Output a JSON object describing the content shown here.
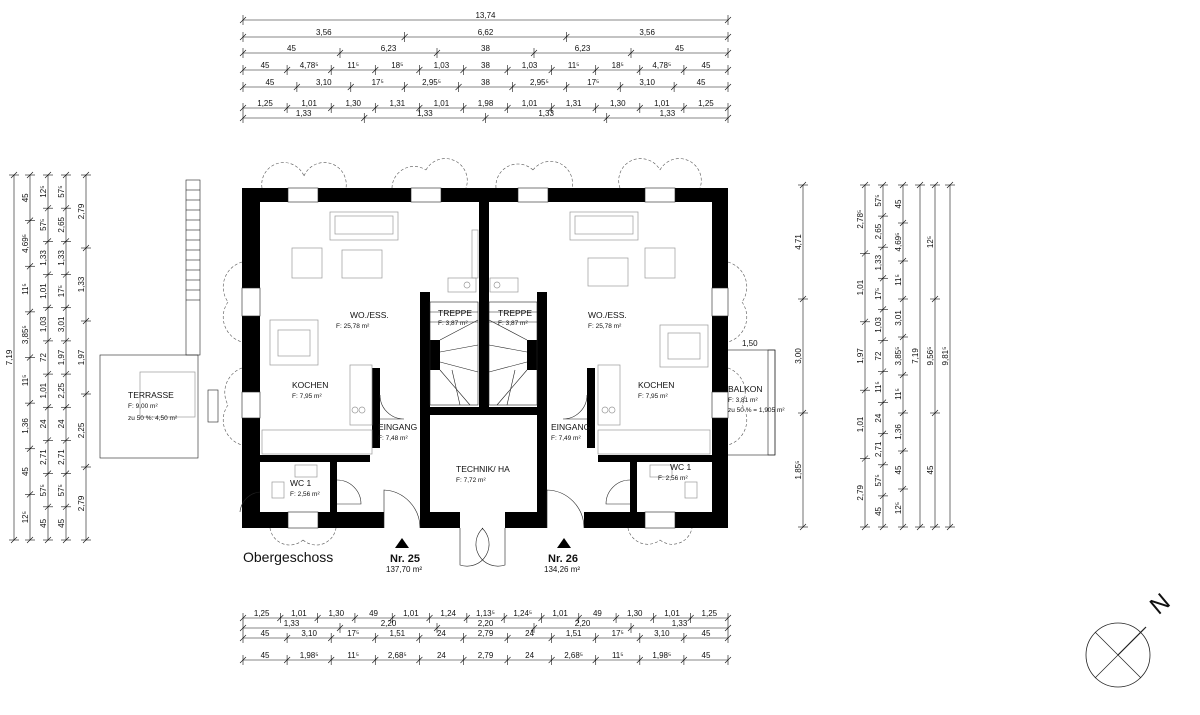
{
  "title": "Obergeschoss",
  "houses": [
    {
      "label": "Nr. 25",
      "area": "137,70 m²"
    },
    {
      "label": "Nr. 26",
      "area": "134,26 m²"
    }
  ],
  "rooms": [
    {
      "name": "WO./ESS.",
      "area": "F: 25,78 m²"
    },
    {
      "name": "TREPPE",
      "area": "F: 3,87 m²"
    },
    {
      "name": "KOCHEN",
      "area": "F: 7,95 m²"
    },
    {
      "name": "EINGANG",
      "area": "F: 7,48 m²"
    },
    {
      "name": "WC 1",
      "area": "F: 2,56 m²"
    },
    {
      "name": "TECHNIK/ HA",
      "area": "F: 7,72 m²"
    },
    {
      "name": "TREPPE",
      "area": "F: 3,87 m²"
    },
    {
      "name": "WO./ESS.",
      "area": "F: 25,78 m²"
    },
    {
      "name": "KOCHEN",
      "area": "F: 7,95 m²"
    },
    {
      "name": "EINGANG",
      "area": "F: 7,49 m²"
    },
    {
      "name": "WC 1",
      "area": "F: 2,56 m²"
    },
    {
      "name": "TERRASSE",
      "area": "F: 9,00 m²",
      "note": "zu 50 %: 4,50 m²"
    },
    {
      "name": "BALKON",
      "area": "F: 3,81 m²",
      "note": "zu 50 % = 1,905 m²"
    }
  ],
  "balcony_width": "1,50",
  "north": "N",
  "top_dims": [
    [
      "13,74"
    ],
    [
      "3,56",
      "6,62",
      "3,56"
    ],
    [
      "45",
      "6,23",
      "38",
      "6,23",
      "45"
    ],
    [
      "45",
      "4,78⁵",
      "11⁵",
      "18⁵",
      "1,03",
      "38",
      "1,03",
      "11⁵",
      "18⁵",
      "4,78⁵",
      "45"
    ],
    [
      "45",
      "3,10",
      "17⁵",
      "2,95⁵",
      "38",
      "2,95⁵",
      "17⁵",
      "3,10",
      "45"
    ],
    [
      "1,25",
      "1,01",
      "1,30",
      "1,31",
      "1,01",
      "1,98",
      "1,01",
      "1,31",
      "1,30",
      "1,01",
      "1,25"
    ],
    [
      "1,33",
      "1,33",
      "1,33",
      "1,33"
    ]
  ],
  "bottom_dims": [
    [
      "1,25",
      "1,01",
      "1,30",
      "49",
      "1,01",
      "1,24",
      "1,13⁵",
      "1,24⁵",
      "1,01",
      "49",
      "1,30",
      "1,01",
      "1,25"
    ],
    [
      "1,33",
      "2,20",
      "2,20",
      "2,20",
      "1,33"
    ],
    [
      "45",
      "3,10",
      "17⁵",
      "1,51",
      "24",
      "2,79",
      "24",
      "1,51",
      "17⁵",
      "3,10",
      "45"
    ],
    [
      "45",
      "1,98⁵",
      "11⁵",
      "2,68⁵",
      "24",
      "2,79",
      "24",
      "2,68⁵",
      "11⁵",
      "1,98⁵",
      "45"
    ]
  ],
  "left_dims": [
    [
      "7,19"
    ],
    [
      "45",
      "4,69⁵",
      "11⁵",
      "3,85⁵",
      "11⁵",
      "1,36",
      "45",
      "12⁵"
    ],
    [
      "12⁵",
      "57⁵",
      "1,33",
      "1,01",
      "1,03",
      "72",
      "1,01",
      "24",
      "2,71",
      "57⁵",
      "45"
    ],
    [
      "57⁵",
      "2,65",
      "1,33",
      "17⁵",
      "3,01",
      "1,97",
      "2,25",
      "24",
      "2,71",
      "57⁵",
      "45"
    ],
    [
      "2,79",
      "1,33",
      "1,97",
      "2,25",
      "2,79"
    ]
  ],
  "right_dims": [
    [
      "4,71",
      "3,00",
      "1,85⁵"
    ],
    [
      "2,78⁵",
      "1,01",
      "1,97",
      "1,01",
      "2,79"
    ],
    [
      "57⁵",
      "2,65",
      "1,33",
      "17⁵",
      "1,03",
      "72",
      "11⁵",
      "24",
      "2,71",
      "57⁵",
      "45"
    ],
    [
      "45",
      "4,69⁵",
      "11⁵",
      "3,01",
      "3,85⁵",
      "11⁵",
      "1,36",
      "45",
      "12⁵"
    ],
    [
      "7,19"
    ],
    [
      "12⁵",
      "9,56⁵",
      "45"
    ],
    [
      "9,81⁵"
    ]
  ]
}
